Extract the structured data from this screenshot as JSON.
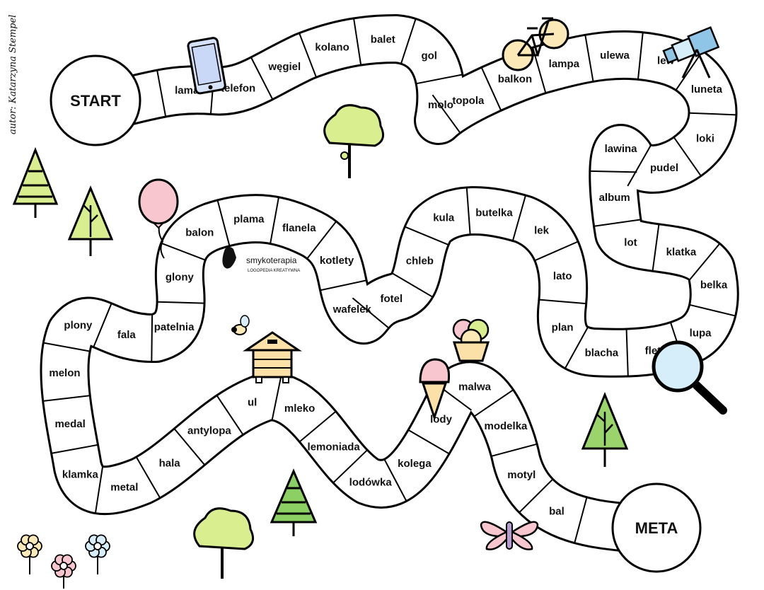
{
  "author": "autor: Katarzyna Stempel",
  "start_label": "START",
  "meta_label": "META",
  "logo": {
    "name": "smykoterapia",
    "tagline": "LOGOPEDIA KREATYWNA"
  },
  "colors": {
    "tree_green": "#d9ef8f",
    "pink": "#f7c6cf",
    "light_blue": "#d6eefa",
    "outline": "#000000"
  },
  "icons": [
    "phone-icon",
    "bicycle-icon",
    "telescope-icon",
    "tree-icon",
    "balloon-icon",
    "bee-icon",
    "beehive-icon",
    "ice-cream-icon",
    "magnifier-icon",
    "butterfly-icon",
    "flower-icon",
    "spruce-icon"
  ],
  "words": [
    "lama",
    "telefon",
    "węgiel",
    "kolano",
    "balet",
    "gol",
    "molo",
    "topola",
    "balkon",
    "lampa",
    "ulewa",
    "lew",
    "luneta",
    "loki",
    "pudel",
    "lawina",
    "album",
    "lot",
    "klatka",
    "belka",
    "lupa",
    "flet",
    "blacha",
    "plan",
    "lato",
    "lek",
    "butelka",
    "kula",
    "chleb",
    "fotel",
    "wafelek",
    "kotlety",
    "flanela",
    "plama",
    "balon",
    "glony",
    "patelnia",
    "fala",
    "plony",
    "melon",
    "medal",
    "klamka",
    "metal",
    "hala",
    "antylopa",
    "ul",
    "mleko",
    "lemoniada",
    "lodówka",
    "kolega",
    "lody",
    "malwa",
    "modelka",
    "motyl",
    "bal"
  ]
}
